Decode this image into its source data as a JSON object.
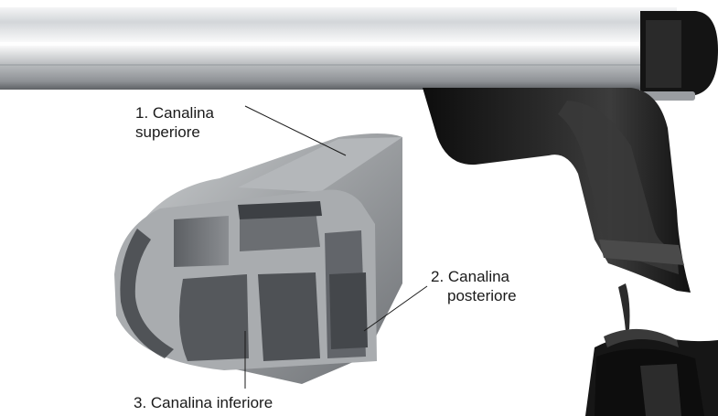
{
  "callouts": {
    "top": {
      "line1": "1. Canalina",
      "line2": "superiore"
    },
    "rear": {
      "line1": "2. Canalina",
      "line2": "posteriore"
    },
    "bottom": {
      "line1": "3. Canalina  inferiore"
    }
  },
  "colors": {
    "aluminium_light": "#e4e6e8",
    "aluminium_mid": "#b9bcbf",
    "aluminium_dark": "#7d8084",
    "plastic_black": "#151515",
    "label_text": "#1a1a1a"
  }
}
